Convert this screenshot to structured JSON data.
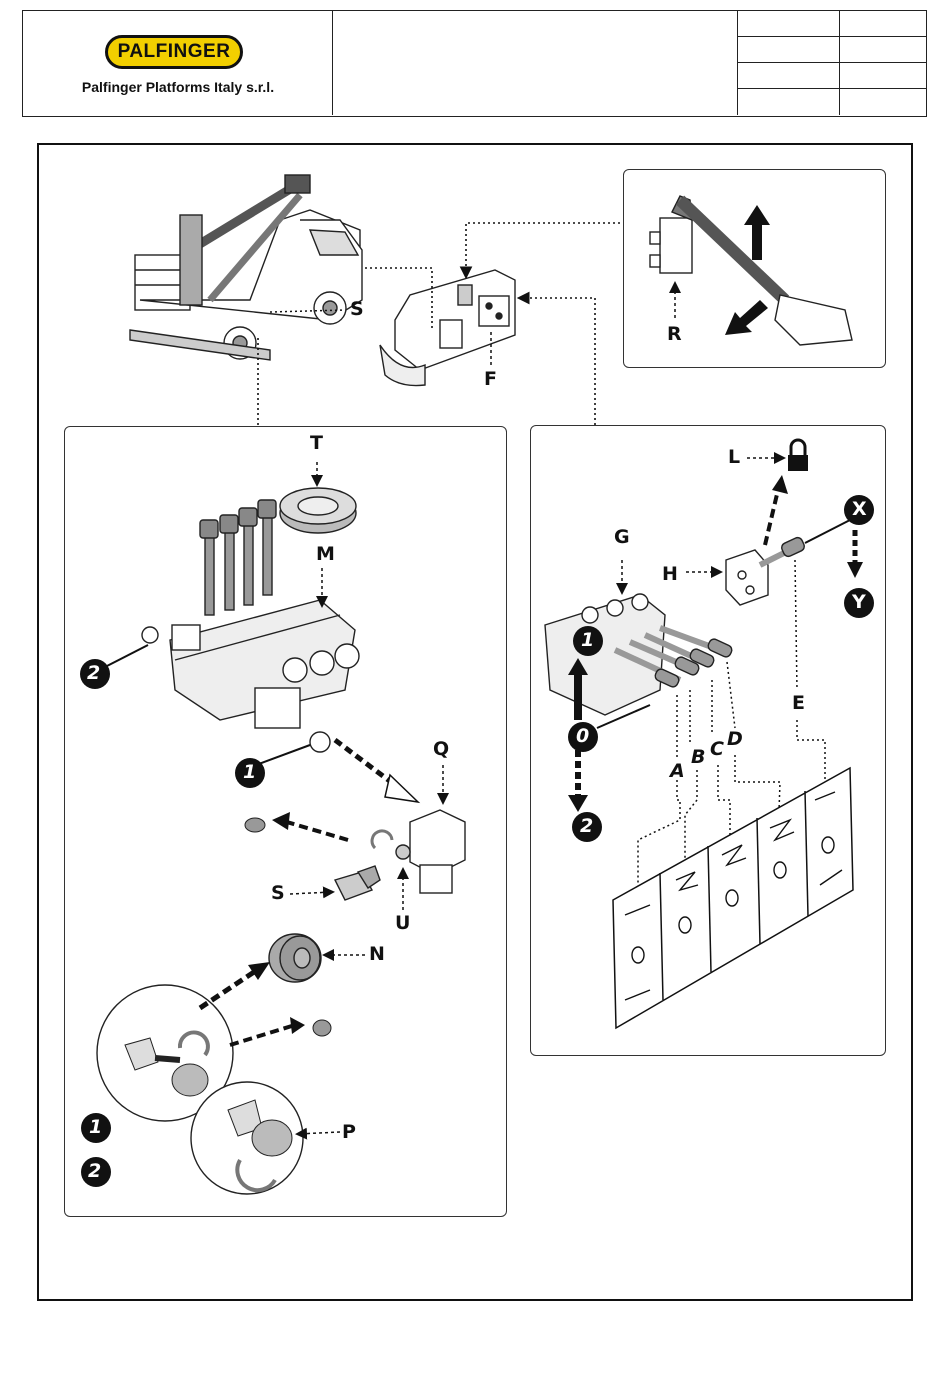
{
  "header": {
    "logo_text": "PALFINGER",
    "company": "Palfinger Platforms Italy s.r.l."
  },
  "labels": {
    "S_top": "S",
    "F": "F",
    "R": "R",
    "T": "T",
    "M": "M",
    "Q": "Q",
    "S_mid": "S",
    "U": "U",
    "N": "N",
    "P": "P",
    "L": "L",
    "G": "G",
    "H": "H",
    "X": "X",
    "Y": "Y",
    "E": "E",
    "A": "A",
    "B": "B",
    "C": "C",
    "D": "D"
  },
  "markers": {
    "one": "1",
    "two": "2",
    "zero": "0"
  },
  "colors": {
    "logo_yellow": "#f2cf00",
    "marker_black": "#111111",
    "metal_grey": "#888888"
  }
}
